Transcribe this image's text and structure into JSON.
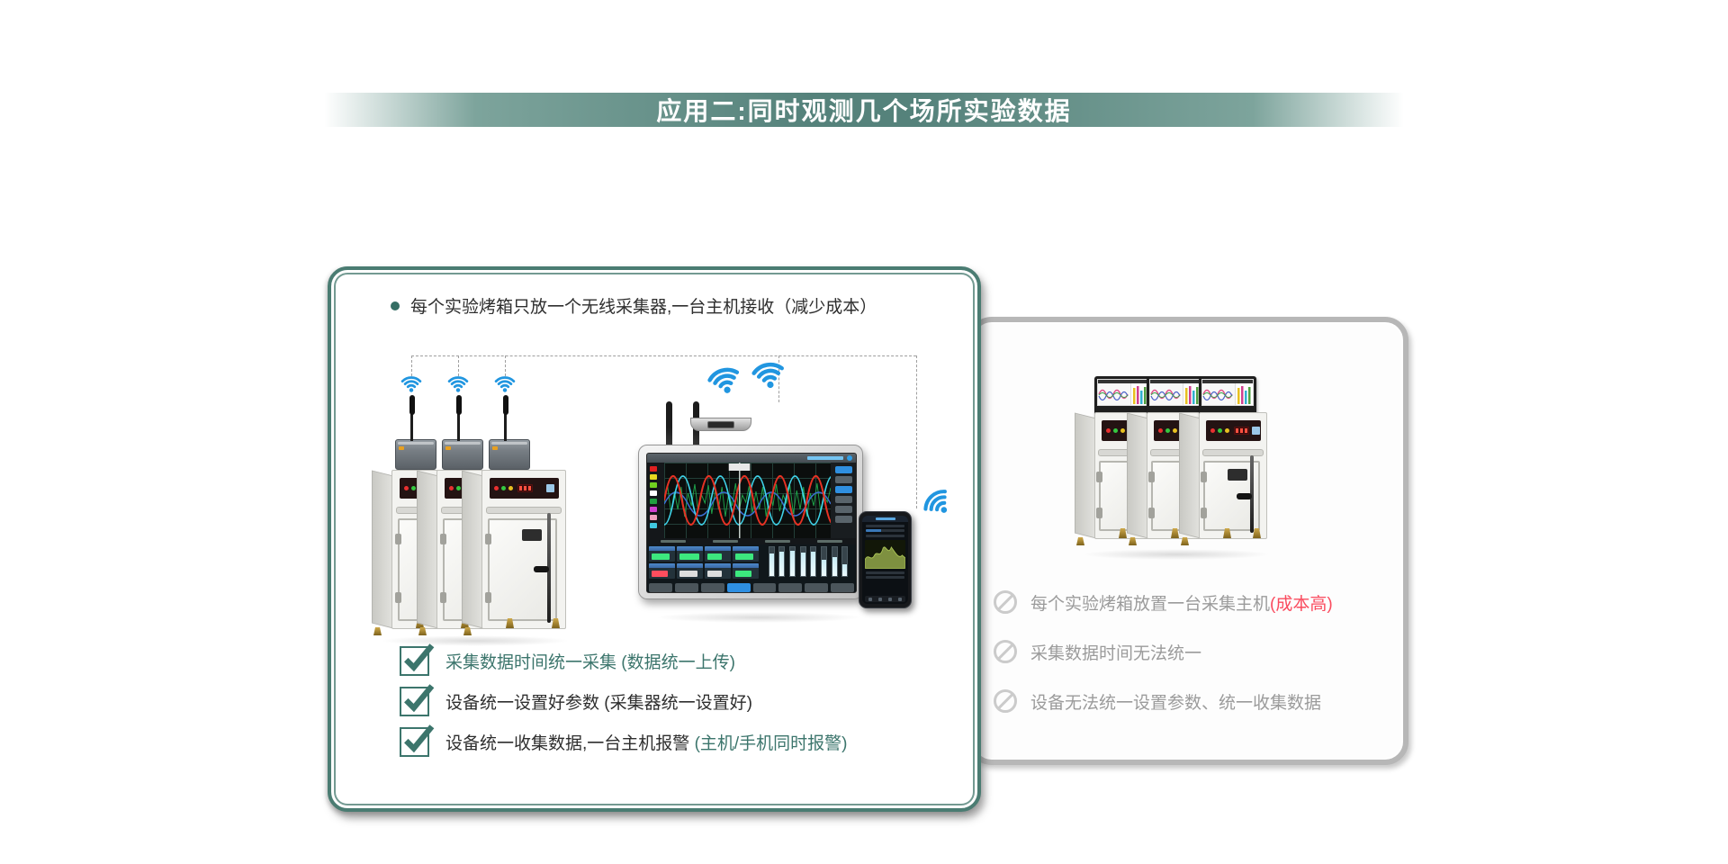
{
  "banner": {
    "title": "应用二:同时观测几个场所实验数据"
  },
  "left_panel": {
    "bullet_text": "每个实验烤箱只放一个无线采集器,一台主机接收（减少成本）",
    "checklist": [
      {
        "dark_text": "",
        "teal_text": "采集数据时间统一采集 (数据统一上传)"
      },
      {
        "dark_text": "设备统一设置好参数 (采集器统一设置好)",
        "teal_text": ""
      },
      {
        "dark_text": "设备统一收集数据,一台主机报警 ",
        "teal_text": "(主机/手机同时报警)"
      }
    ]
  },
  "right_panel": {
    "items": [
      {
        "gray_text": "每个实验烤箱放置一台采集主机",
        "red_text": "(成本高)"
      },
      {
        "gray_text": "采集数据时间无法统一",
        "red_text": ""
      },
      {
        "gray_text": "设备无法统一设置参数、统一收集数据",
        "red_text": ""
      }
    ]
  },
  "icons": {
    "wifi": "wifi-signal-arcs",
    "check": "checked-checkbox",
    "prohibit": "circle-slash",
    "bullet": "round-dot"
  },
  "colors": {
    "teal_accent": "#3c756c",
    "banner_teal": "#55827b",
    "panel_border_teal": "#4a7c72",
    "panel_border_gray": "#b7b7b7",
    "gray_text": "#9b9b9b",
    "red_text": "#fa4b5e",
    "wifi_blue": "#2196e0",
    "dark_text": "#2e2e2e"
  }
}
